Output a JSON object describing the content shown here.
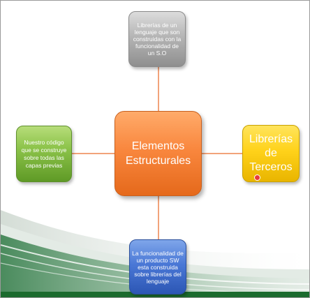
{
  "diagram": {
    "center": {
      "text": "Elementos Estructurales"
    },
    "top": {
      "text": "Librerías de un lenguaje que son construidas con la funcionalidad de un S.O"
    },
    "left": {
      "text": "Nuestro código que se construye sobre todas las capas previas"
    },
    "right": {
      "text": "Librerías de Terceros"
    },
    "bottom": {
      "text": "La funcionalidad de un producto SW esta construida sobre librerías del lenguaje"
    }
  },
  "colors": {
    "connector": "#f2a37a",
    "center": "#f9873e",
    "top": "#a9a9a9",
    "left": "#8cc34a",
    "right": "#ffd21a",
    "bottom": "#4a78d6",
    "swoosh_dark": "#1b6b2e"
  }
}
